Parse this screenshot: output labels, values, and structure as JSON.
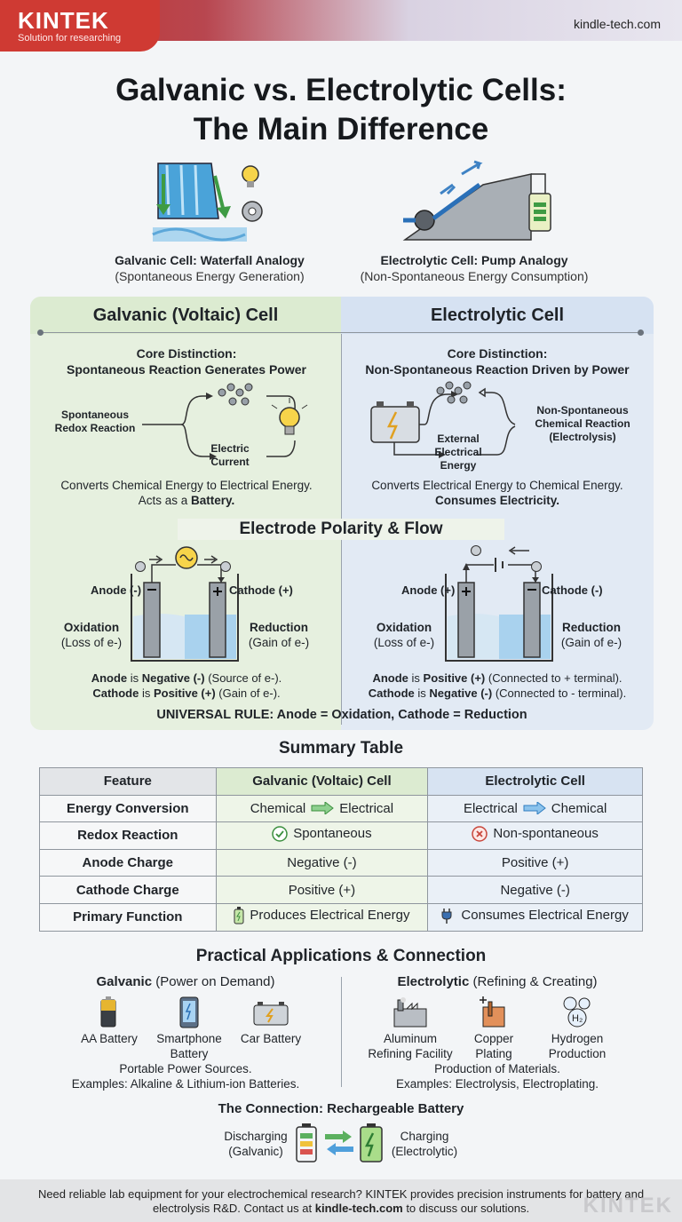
{
  "header": {
    "brand": "KINTEK",
    "tagline": "Solution for researching",
    "url": "kindle-tech.com"
  },
  "title": {
    "line1": "Galvanic vs. Electrolytic Cells:",
    "line2": "The Main Difference"
  },
  "analogies": {
    "galvanic": {
      "title": "Galvanic Cell: Waterfall Analogy",
      "subtitle": "(Spontaneous Energy Generation)"
    },
    "electrolytic": {
      "title": "Electrolytic Cell: Pump Analogy",
      "subtitle": "(Non-Spontaneous Energy Consumption)"
    }
  },
  "galvanic": {
    "heading": "Galvanic (Voltaic) Cell",
    "core_title1": "Core Distinction:",
    "core_title2": "Spontaneous Reaction Generates Power",
    "input1": "Spontaneous",
    "input2": "Redox Reaction",
    "output1": "Electric",
    "output2": "Current",
    "desc1": "Converts Chemical Energy to Electrical Energy.",
    "desc2_pre": "Acts as a ",
    "desc2_bold": "Battery.",
    "anode_label": "Anode (-)",
    "cathode_label": "Cathode (+)",
    "ox1": "Oxidation",
    "ox2": "(Loss of e-)",
    "red1": "Reduction",
    "red2": "(Gain of e-)",
    "pol1_a": "Anode",
    "pol1_b": " is ",
    "pol1_c": "Negative (-)",
    "pol1_d": " (Source of e-).",
    "pol2_a": "Cathode",
    "pol2_b": " is ",
    "pol2_c": "Positive (+)",
    "pol2_d": " (Gain of e-)."
  },
  "electrolytic": {
    "heading": "Electrolytic Cell",
    "core_title1": "Core Distinction:",
    "core_title2": "Non-Spontaneous Reaction Driven by Power",
    "input1": "External",
    "input2": "Electrical",
    "input3": "Energy",
    "output1": "Non-Spontaneous",
    "output2": "Chemical Reaction",
    "output3": "(Electrolysis)",
    "desc1": "Converts Electrical Energy to Chemical Energy.",
    "desc2_bold": "Consumes Electricity.",
    "anode_label": "Anode (+)",
    "cathode_label": "Cathode (-)",
    "ox1": "Oxidation",
    "ox2": "(Loss of e-)",
    "red1": "Reduction",
    "red2": "(Gain of e-)",
    "pol1_a": "Anode",
    "pol1_b": " is ",
    "pol1_c": "Positive (+)",
    "pol1_d": " (Connected to + terminal).",
    "pol2_a": "Cathode",
    "pol2_b": " is ",
    "pol2_c": "Negative (-)",
    "pol2_d": " (Connected to - terminal)."
  },
  "polarity_heading": "Electrode Polarity & Flow",
  "universal_rule": "UNIVERSAL RULE: Anode = Oxidation, Cathode = Reduction",
  "summary": {
    "heading": "Summary Table",
    "headers": [
      "Feature",
      "Galvanic (Voltaic) Cell",
      "Electrolytic Cell"
    ],
    "rows": [
      {
        "feature": "Energy Conversion",
        "g_left": "Chemical",
        "g_right": "Electrical",
        "e_left": "Electrical",
        "e_right": "Chemical"
      },
      {
        "feature": "Redox Reaction",
        "galvanic": "Spontaneous",
        "electrolytic": "Non-spontaneous"
      },
      {
        "feature": "Anode Charge",
        "galvanic": "Negative (-)",
        "electrolytic": "Positive (+)"
      },
      {
        "feature": "Cathode Charge",
        "galvanic": "Positive (+)",
        "electrolytic": "Negative (-)"
      },
      {
        "feature": "Primary Function",
        "galvanic": "Produces Electrical Energy",
        "electrolytic": "Consumes Electrical Energy"
      }
    ],
    "colors": {
      "galvanic": "#dcebd1",
      "electrolytic": "#d7e3f2",
      "arrow_green": "#4caf50",
      "arrow_blue": "#3a8fd6"
    }
  },
  "applications": {
    "heading": "Practical Applications & Connection",
    "galvanic_title_bold": "Galvanic",
    "galvanic_title_rest": " (Power on Demand)",
    "electro_title_bold": "Electrolytic",
    "electro_title_rest": " (Refining & Creating)",
    "galvanic_items": [
      {
        "label1": "AA Battery",
        "label2": "",
        "icon": "aa-battery-icon"
      },
      {
        "label1": "Smartphone",
        "label2": "Battery",
        "icon": "smartphone-icon"
      },
      {
        "label1": "Car Battery",
        "label2": "",
        "icon": "car-battery-icon"
      }
    ],
    "electro_items": [
      {
        "label1": "Aluminum",
        "label2": "Refining Facility",
        "icon": "factory-icon"
      },
      {
        "label1": "Copper",
        "label2": "Plating",
        "icon": "copper-plating-icon"
      },
      {
        "label1": "Hydrogen",
        "label2": "Production",
        "icon": "hydrogen-icon"
      }
    ],
    "galvanic_desc1": "Portable Power Sources.",
    "galvanic_desc2": "Examples: Alkaline & Lithium-ion Batteries.",
    "electro_desc1": "Production of Materials.",
    "electro_desc2": "Examples: Electrolysis, Electroplating.",
    "connection_title": "The Connection: Rechargeable Battery",
    "discharging1": "Discharging",
    "discharging2": "(Galvanic)",
    "charging1": "Charging",
    "charging2": "(Electrolytic)"
  },
  "footer": {
    "text_pre": "Need reliable lab equipment for your electrochemical research? KINTEK provides precision instruments for battery and electrolysis R&D. Contact us at ",
    "text_link": "kindle-tech.com",
    "text_post": " to discuss our solutions.",
    "logo": "KINTEK"
  }
}
